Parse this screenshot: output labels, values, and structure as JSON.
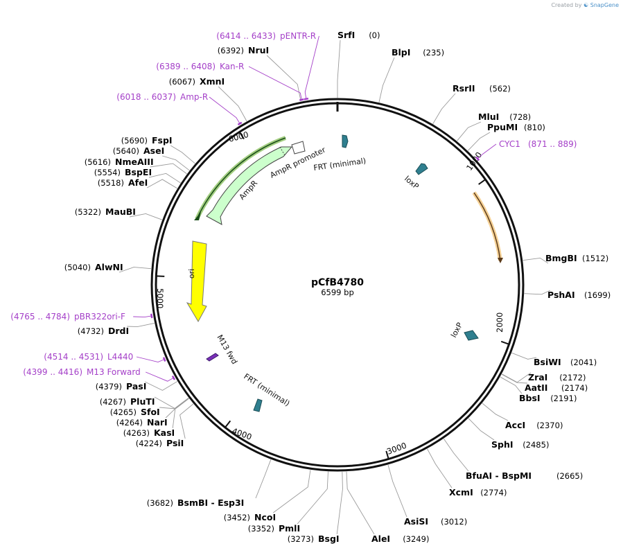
{
  "watermark": {
    "prefix": "Created by",
    "brand": "SnapGene"
  },
  "plasmid": {
    "name": "pCfB4780",
    "length_label": "6599 bp",
    "length": 6599
  },
  "colors": {
    "primer": "#a43fc8",
    "leader": "#999999",
    "ring": "#111111",
    "amp": "#ccffcc",
    "ori": "#ffff00",
    "lox": "#2f7f8f",
    "cyc1": "#f2c67a",
    "m13": "#7a2fb8"
  },
  "ticks": [
    {
      "bp": 1000,
      "label": "1000"
    },
    {
      "bp": 2000,
      "label": "2000"
    },
    {
      "bp": 3000,
      "label": "3000"
    },
    {
      "bp": 4000,
      "label": "4000"
    },
    {
      "bp": 5000,
      "label": "5000"
    },
    {
      "bp": 6000,
      "label": "6000"
    }
  ],
  "enzymes": [
    {
      "name": "SrfI",
      "pos": "(0)",
      "bp": 0
    },
    {
      "name": "BlpI",
      "pos": "(235)",
      "bp": 235
    },
    {
      "name": "RsrII",
      "pos": "(562)",
      "bp": 562
    },
    {
      "name": "MluI",
      "pos": "(728)",
      "bp": 728
    },
    {
      "name": "PpuMI",
      "pos": "(810)",
      "bp": 810
    },
    {
      "name": "BmgBI",
      "pos": "(1512)",
      "bp": 1512
    },
    {
      "name": "PshAI",
      "pos": "(1699)",
      "bp": 1699
    },
    {
      "name": "BsiWI",
      "pos": "(2041)",
      "bp": 2041
    },
    {
      "name": "ZraI",
      "pos": "(2172)",
      "bp": 2172
    },
    {
      "name": "AatII",
      "pos": "(2174)",
      "bp": 2174
    },
    {
      "name": "BbsI",
      "pos": "(2191)",
      "bp": 2191
    },
    {
      "name": "AccI",
      "pos": "(2370)",
      "bp": 2370
    },
    {
      "name": "SphI",
      "pos": "(2485)",
      "bp": 2485
    },
    {
      "name": "BfuAI  -  BspMI",
      "pos": "(2665)",
      "bp": 2665
    },
    {
      "name": "XcmI",
      "pos": "(2774)",
      "bp": 2774
    },
    {
      "name": "AsiSI",
      "pos": "(3012)",
      "bp": 3012
    },
    {
      "name": "AleI",
      "pos": "(3249)",
      "bp": 3249
    },
    {
      "name": "BsgI",
      "pos": "(3273)",
      "bp": 3273
    },
    {
      "name": "PmlI",
      "pos": "(3352)",
      "bp": 3352
    },
    {
      "name": "NcoI",
      "pos": "(3452)",
      "bp": 3452
    },
    {
      "name": "BsmBI  -  Esp3I",
      "pos": "(3682)",
      "bp": 3682
    },
    {
      "name": "PsiI",
      "pos": "(4224)",
      "bp": 4224
    },
    {
      "name": "KasI",
      "pos": "(4263)",
      "bp": 4263
    },
    {
      "name": "NarI",
      "pos": "(4264)",
      "bp": 4264
    },
    {
      "name": "SfoI",
      "pos": "(4265)",
      "bp": 4265
    },
    {
      "name": "PluTI",
      "pos": "(4267)",
      "bp": 4267
    },
    {
      "name": "PasI",
      "pos": "(4379)",
      "bp": 4379
    },
    {
      "name": "DrdI",
      "pos": "(4732)",
      "bp": 4732
    },
    {
      "name": "AlwNI",
      "pos": "(5040)",
      "bp": 5040
    },
    {
      "name": "MauBI",
      "pos": "(5322)",
      "bp": 5322
    },
    {
      "name": "AfeI",
      "pos": "(5518)",
      "bp": 5518
    },
    {
      "name": "BspEI",
      "pos": "(5554)",
      "bp": 5554
    },
    {
      "name": "NmeAIII",
      "pos": "(5616)",
      "bp": 5616
    },
    {
      "name": "AseI",
      "pos": "(5640)",
      "bp": 5640
    },
    {
      "name": "FspI",
      "pos": "(5690)",
      "bp": 5690
    },
    {
      "name": "XmnI",
      "pos": "(6067)",
      "bp": 6067
    },
    {
      "name": "NruI",
      "pos": "(6392)",
      "bp": 6392
    }
  ],
  "primers": [
    {
      "label": "pENTR-R",
      "range": "(6414 .. 6433)",
      "bp": 6424
    },
    {
      "label": "Kan-R",
      "range": "(6389 .. 6408)",
      "bp": 6398
    },
    {
      "label": "Amp-R",
      "range": "(6018 .. 6037)",
      "bp": 6027
    },
    {
      "label": "CYC1",
      "range": "(871 .. 889)",
      "bp": 880
    },
    {
      "label": "pBR322ori-F",
      "range": "(4765 .. 4784)",
      "bp": 4775
    },
    {
      "label": "L4440",
      "range": "(4514 .. 4531)",
      "bp": 4522
    },
    {
      "label": "M13 Forward",
      "range": "(4399 .. 4416)",
      "bp": 4407
    }
  ],
  "features": [
    {
      "label": "FRT (minimal)",
      "bp": 50
    },
    {
      "label": "loxP",
      "bp": 420
    },
    {
      "label": "loxP",
      "bp": 1900
    },
    {
      "label": "FRT (minimal)",
      "bp": 3900
    },
    {
      "label": "M13 fwd",
      "bp": 4330
    },
    {
      "label": "ori",
      "bp": 4950
    },
    {
      "label": "AmpR",
      "bp": 5700
    },
    {
      "label": "AmpR promoter",
      "bp": 6340
    }
  ]
}
